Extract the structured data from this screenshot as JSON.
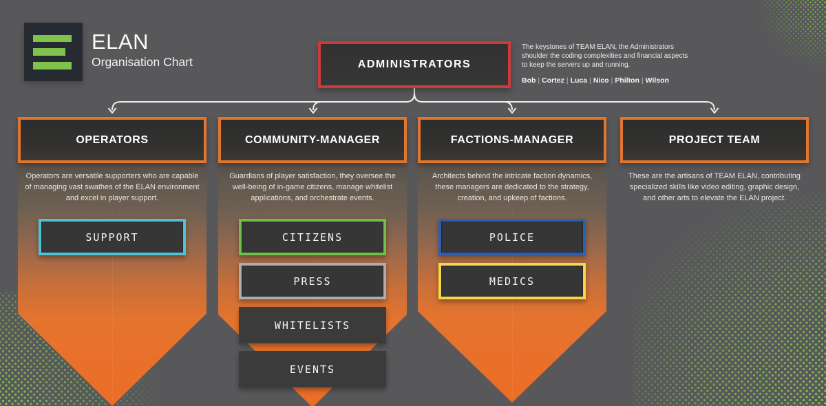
{
  "brand": {
    "title": "ELAN",
    "subtitle": "Organisation Chart"
  },
  "admin": {
    "label": "ADMINISTRATORS",
    "description": "The keystones of TEAM ELAN, the Administrators shoulder the coding complexities and financial aspects to keep the servers up and running.",
    "members": [
      "Bob",
      "Cortez",
      "Luca",
      "Nico",
      "Philton",
      "Wilson"
    ],
    "separator": "|"
  },
  "columns": [
    {
      "label": "OPERATORS",
      "description": "Operators are versatile supporters who are capable of managing vast swathes of the ELAN environment and excel in player support.",
      "children": [
        {
          "label": "SUPPORT",
          "border": "cyan"
        }
      ]
    },
    {
      "label": "COMMUNITY-MANAGER",
      "description": "Guardians of player satisfaction, they oversee the well-being of in-game citizens, manage whitelist applications, and orchestrate events.",
      "children": [
        {
          "label": "CITIZENS",
          "border": "green"
        },
        {
          "label": "PRESS",
          "border": "gray"
        },
        {
          "label": "WHITELISTS",
          "border": ""
        },
        {
          "label": "EVENTS",
          "border": ""
        }
      ]
    },
    {
      "label": "FACTIONS-MANAGER",
      "description": "Architects behind the intricate faction dynamics, these managers are dedicated to the strategy, creation, and upkeep of factions.",
      "children": [
        {
          "label": "POLICE",
          "border": "blue"
        },
        {
          "label": "MEDICS",
          "border": "yellow"
        }
      ]
    },
    {
      "label": "PROJECT TEAM",
      "description": "These are the artisans of TEAM ELAN, contributing specialized skills like video editing, graphic design, and other arts to elevate the ELAN project.",
      "children": []
    }
  ],
  "colors": {
    "background": "#58585a",
    "panel_fill": "#333333",
    "red": "#ce3a3c",
    "orange": "#e1762f",
    "cyan": "#4fc3d6",
    "green": "#6fc04a",
    "gray": "#a9aeb3",
    "blue": "#2d5fb4",
    "yellow": "#f5d848",
    "accent_green": "#7fc24c",
    "connector": "#ededed"
  }
}
